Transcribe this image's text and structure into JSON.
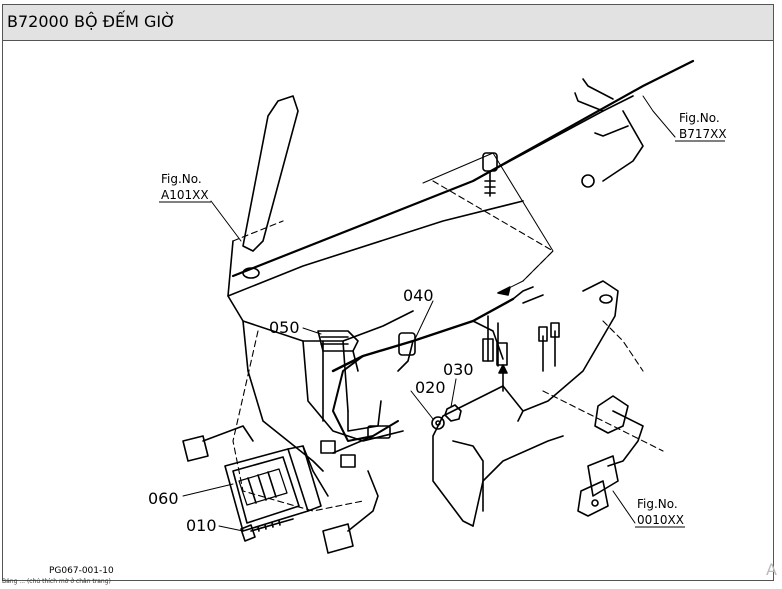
{
  "header": {
    "title": "B72000 BỘ ĐẾM GIỜ"
  },
  "diagram": {
    "fig_refs": [
      {
        "id": "b717",
        "line1": "Fig.No.",
        "line2": "B717XX"
      },
      {
        "id": "a101",
        "line1": "Fig.No.",
        "line2": "A101XX"
      },
      {
        "id": "0010",
        "line1": "Fig.No.",
        "line2": "0010XX"
      }
    ],
    "parts": {
      "p010": "010",
      "p020": "020",
      "p030": "030",
      "p040": "040",
      "p050": "050",
      "p060": "060"
    },
    "drawing_code": "PG067-001-10"
  },
  "footer": {
    "text": "Bảng ... (chú thích mờ ở chân trang)"
  },
  "corner_glyph": "A"
}
